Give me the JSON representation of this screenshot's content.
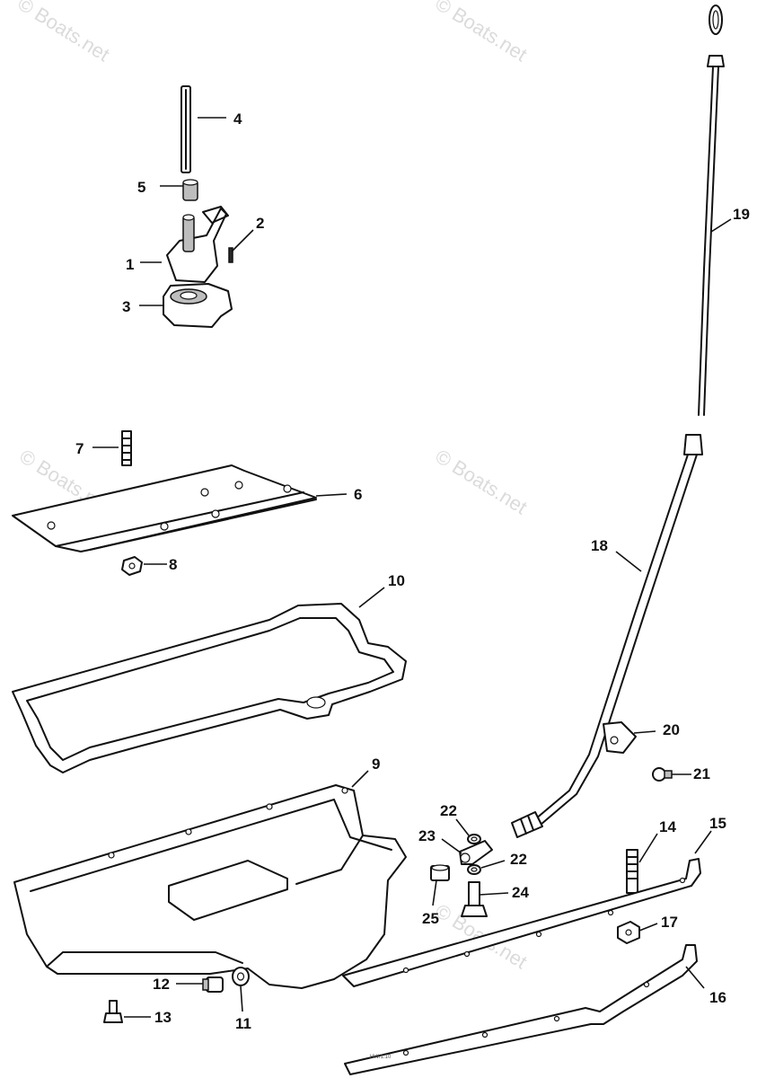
{
  "watermark": {
    "text": "© Boats.net"
  },
  "footer_code": "HW/1.10",
  "callouts": [
    {
      "id": "1",
      "label": "1"
    },
    {
      "id": "2",
      "label": "2"
    },
    {
      "id": "3",
      "label": "3"
    },
    {
      "id": "4",
      "label": "4"
    },
    {
      "id": "5",
      "label": "5"
    },
    {
      "id": "6",
      "label": "6"
    },
    {
      "id": "7",
      "label": "7"
    },
    {
      "id": "8",
      "label": "8"
    },
    {
      "id": "9",
      "label": "9"
    },
    {
      "id": "10",
      "label": "10"
    },
    {
      "id": "11",
      "label": "11"
    },
    {
      "id": "12",
      "label": "12"
    },
    {
      "id": "13",
      "label": "13"
    },
    {
      "id": "14",
      "label": "14"
    },
    {
      "id": "15",
      "label": "15"
    },
    {
      "id": "16",
      "label": "16"
    },
    {
      "id": "17",
      "label": "17"
    },
    {
      "id": "18",
      "label": "18"
    },
    {
      "id": "19",
      "label": "19"
    },
    {
      "id": "20",
      "label": "20"
    },
    {
      "id": "21",
      "label": "21"
    },
    {
      "id": "22a",
      "label": "22"
    },
    {
      "id": "22b",
      "label": "22"
    },
    {
      "id": "23",
      "label": "23"
    },
    {
      "id": "24",
      "label": "24"
    },
    {
      "id": "25",
      "label": "25"
    }
  ]
}
